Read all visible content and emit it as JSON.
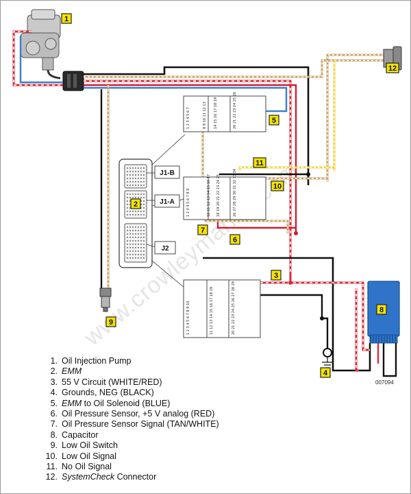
{
  "figure_id": "007094",
  "watermark": "www.crowleymarine.com",
  "connectors": {
    "j1b": "J1-B",
    "j1a": "J1-A",
    "j2": "J2"
  },
  "callouts": [
    "1",
    "2",
    "3",
    "4",
    "5",
    "6",
    "7",
    "8",
    "9",
    "10",
    "11",
    "12"
  ],
  "wire_colors": {
    "white_red": "#d62b3a",
    "black": "#111111",
    "blue": "#3a7fd0",
    "red": "#d01e2e",
    "tan_white": "#c9a46b",
    "yellow": "#f2d64b",
    "capacitor": "#2f74c9",
    "callout_fill": "#f5e400"
  },
  "legend": [
    {
      "num": "1.",
      "text": "Oil Injection Pump",
      "italic_prefix": "",
      "rest": ""
    },
    {
      "num": "2.",
      "text": "",
      "italic_prefix": "EMM",
      "rest": ""
    },
    {
      "num": "3.",
      "text": "55 V Circuit (WHITE/RED)",
      "italic_prefix": "",
      "rest": ""
    },
    {
      "num": "4.",
      "text": "Grounds, NEG (BLACK)",
      "italic_prefix": "",
      "rest": ""
    },
    {
      "num": "5.",
      "text": "",
      "italic_prefix": "EMM",
      "rest": " to Oil Solenoid (BLUE)"
    },
    {
      "num": "6.",
      "text": "Oil Pressure Sensor, +5 V analog (RED)",
      "italic_prefix": "",
      "rest": ""
    },
    {
      "num": "7.",
      "text": "Oil Pressure Sensor Signal (TAN/WHITE)",
      "italic_prefix": "",
      "rest": ""
    },
    {
      "num": "8.",
      "text": "Capacitor",
      "italic_prefix": "",
      "rest": ""
    },
    {
      "num": "9.",
      "text": "Low Oil Switch",
      "italic_prefix": "",
      "rest": ""
    },
    {
      "num": "10.",
      "text": "Low Oil Signal",
      "italic_prefix": "",
      "rest": ""
    },
    {
      "num": "11.",
      "text": "No Oil Signal",
      "italic_prefix": "",
      "rest": ""
    },
    {
      "num": "12.",
      "text": "",
      "italic_prefix": "SystemCheck",
      "rest": " Connector"
    }
  ],
  "pin_labels": {
    "j1b_top": "1 2 3 4 5 6 7",
    "j1b_mid": "8 9 10 11 12 13",
    "j1b_mid2": "14 15 16 17 18 19",
    "j1b_bot": "20 21 22 23 24 25 26",
    "j1a_top": "1 2 3 4 5 6 7 8 9",
    "j1a_mid": "10 11 12 13 14 15 16 17",
    "j1a_mid2": "18 19 20 21 22 23 24 25",
    "j1a_bot": "26 27 28 29 30 31 32 33 34",
    "j2_top": "1 2 3 4 5 6 7 8 9 10",
    "j2_mid": "11 12 13 14 15 16 17 18 19",
    "j2_bot": "20 21 22 23 24 25 26 27 28 29"
  }
}
